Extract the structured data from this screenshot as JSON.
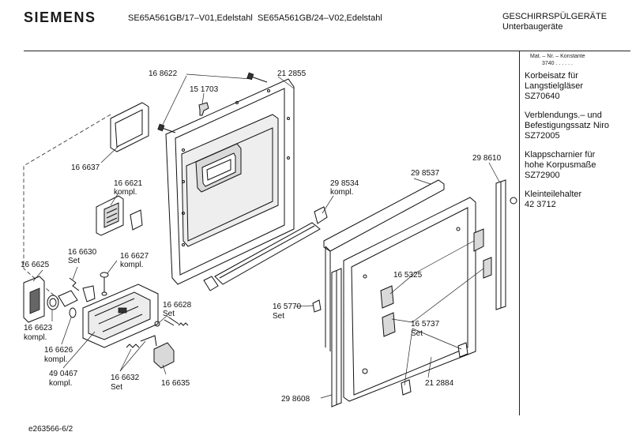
{
  "header": {
    "brand": "SIEMENS",
    "model_1": "SE65A561GB/17–V01,Edelstahl",
    "model_2": "SE65A561GB/24–V02,Edelstahl",
    "category": "GESCHIRRSPÜLGERÄTE",
    "subcategory": "Unterbaugeräte"
  },
  "sidebar": {
    "header_line1": "Mat. – Nr. – Konstante",
    "header_line2": "3740 . . . . . .",
    "kits": [
      {
        "lines": [
          "Korbeisatz für",
          "Langstielgläser",
          "SZ70640"
        ]
      },
      {
        "lines": [
          "Verblendungs.– und",
          "Befestigungssatz Niro",
          "SZ72005"
        ]
      },
      {
        "lines": [
          "Klappscharnier für",
          "hohe Korpusmaße",
          "SZ72900"
        ]
      },
      {
        "lines": [
          "Kleinteilehalter",
          "42 3712"
        ]
      }
    ]
  },
  "parts": {
    "p168622": "16 8622",
    "p212855": "21 2855",
    "p151703": "15 1703",
    "p166637": "16 6637",
    "p166621": "16 6621",
    "p166621b": "kompl.",
    "p298534": "29 8534",
    "p298534b": "kompl.",
    "p298537": "29 8537",
    "p298610": "29 8610",
    "p166625": "16 6625",
    "p166630": "16 6630",
    "p166630b": "Set",
    "p166627": "16 6627",
    "p166627b": "kompl.",
    "p165325": "16 5325",
    "p166623": "16 6623",
    "p166623b": "kompl.",
    "p166628": "16 6628",
    "p166628b": "Set",
    "p165770": "16 5770",
    "p165770b": "Set",
    "p165737": "16 5737",
    "p165737b": "Set",
    "p166626": "16 6626",
    "p166626b": "kompl.",
    "p490467": "49 0467",
    "p490467b": "kompl.",
    "p166632": "16 6632",
    "p166632b": "Set",
    "p166635": "16 6635",
    "p212884": "21 2884",
    "p298608": "29 8608"
  },
  "footer": {
    "code": "e263566-6/2"
  }
}
